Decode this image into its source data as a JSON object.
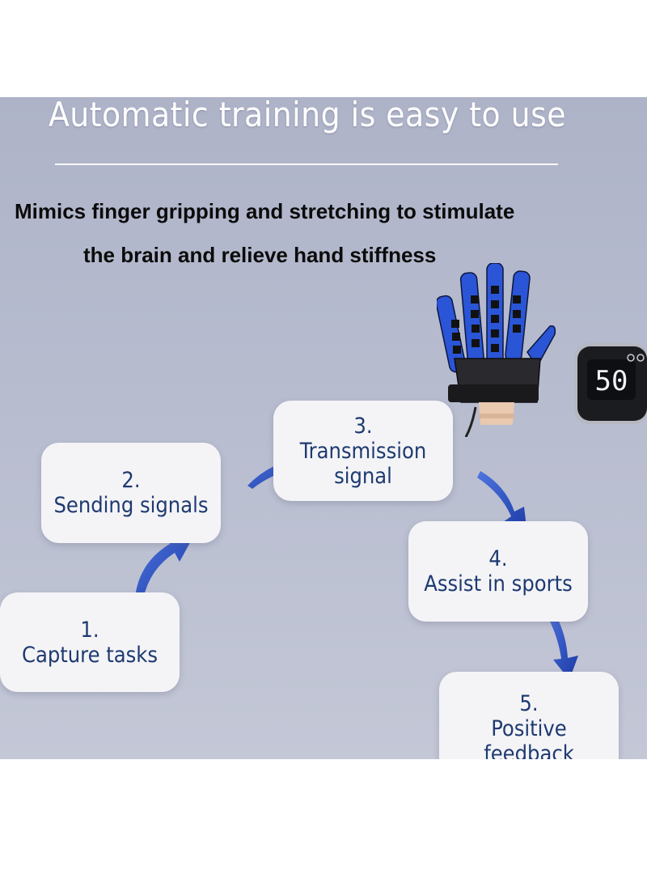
{
  "headline": "Automatic training is easy to use",
  "subtitle": {
    "line1": "Mimics finger gripping and stretching to stimulate",
    "line2": "the brain and relieve hand stiffness"
  },
  "steps": [
    {
      "num": "1.",
      "lines": [
        "Capture tasks"
      ]
    },
    {
      "num": "2.",
      "lines": [
        "Sending  signals"
      ]
    },
    {
      "num": "3.",
      "lines": [
        "Transmission",
        "signal"
      ]
    },
    {
      "num": "4.",
      "lines": [
        "Assist in sports"
      ]
    },
    {
      "num": "5.",
      "lines": [
        "Positive",
        "feedback"
      ]
    }
  ],
  "device_display": "50",
  "colors": {
    "banner": "#b3b8cb",
    "card_text": "#1e3a70",
    "arrow": "#2347b8",
    "glove_blue": "#2a55d6"
  },
  "icons": [
    "rehab-glove-image",
    "controller-device-image",
    "curved-arrow-icon"
  ]
}
